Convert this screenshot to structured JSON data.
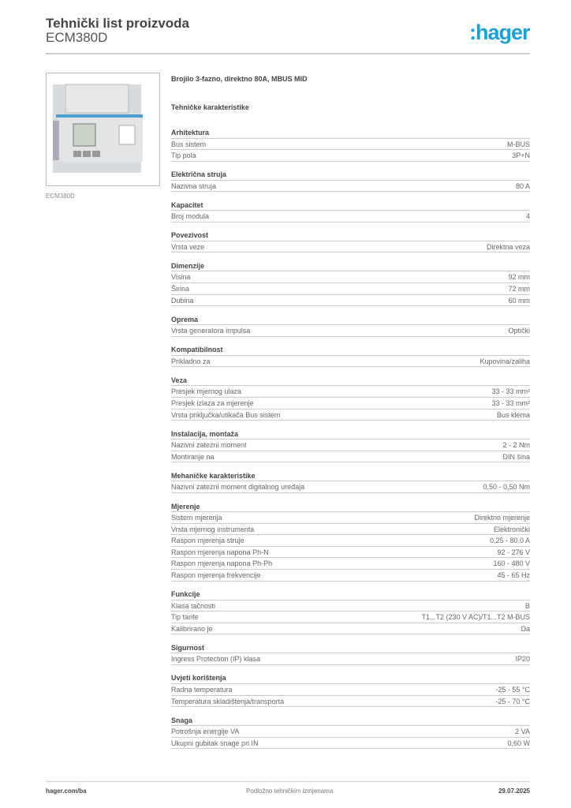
{
  "header": {
    "title": "Tehnički list proizvoda",
    "product": "ECM380D",
    "logo": ":hager"
  },
  "image": {
    "caption": "ECM380D"
  },
  "description": "Brojilo 3-fazno, direktno 80A, MBUS MID",
  "section_title": "Tehničke karakteristike",
  "sections": [
    {
      "title": "Arhitektura",
      "rows": [
        [
          "Bus sistem",
          "M-BUS"
        ],
        [
          "Tip pola",
          "3P+N"
        ]
      ]
    },
    {
      "title": "Električna struja",
      "rows": [
        [
          "Nazivna struja",
          "80 A"
        ]
      ]
    },
    {
      "title": "Kapacitet",
      "rows": [
        [
          "Broj modula",
          "4"
        ]
      ]
    },
    {
      "title": "Povezivost",
      "rows": [
        [
          "Vrsta veze",
          "Direktna veza"
        ]
      ]
    },
    {
      "title": "Dimenzije",
      "rows": [
        [
          "Visina",
          "92 mm"
        ],
        [
          "Širina",
          "72 mm"
        ],
        [
          "Dubina",
          "60 mm"
        ]
      ]
    },
    {
      "title": "Oprema",
      "rows": [
        [
          "Vrsta generatora impulsa",
          "Optički"
        ]
      ]
    },
    {
      "title": "Kompatibilnost",
      "rows": [
        [
          "Prikladno za",
          "Kupovina/zaliha"
        ]
      ]
    },
    {
      "title": "Veza",
      "rows": [
        [
          "Presjek mjernog ulaza",
          "33 - 33 mm²"
        ],
        [
          "Presjek izlaza za mjerenje",
          "33 - 33 mm²"
        ],
        [
          "Vrsta priključka/utikača Bus sistem",
          "Bus klema"
        ]
      ]
    },
    {
      "title": "Instalacija, montaža",
      "rows": [
        [
          "Nazivni zatezni moment",
          "2 - 2 Nm"
        ],
        [
          "Montiranje na",
          "DIN šina"
        ]
      ]
    },
    {
      "title": "Mehaničke karakteristike",
      "rows": [
        [
          "Nazivni zatezni moment digitalnog uređaja",
          "0,50 - 0,50 Nm"
        ]
      ]
    },
    {
      "title": "Mjerenje",
      "rows": [
        [
          "Sistem mjerenja",
          "Direktno mjerenje"
        ],
        [
          "Vrsta mjernog instrumenta",
          "Elektronički"
        ],
        [
          "Raspon mjerenja struje",
          "0,25 - 80,0 A"
        ],
        [
          "Raspon mjerenja napona Ph-N",
          "92 - 276 V"
        ],
        [
          "Raspon mjerenja napona Ph-Ph",
          "160 - 480 V"
        ],
        [
          "Raspon mjerenja frekvencije",
          "45 - 65 Hz"
        ]
      ]
    },
    {
      "title": "Funkcije",
      "rows": [
        [
          "Klasa tačnosti",
          "B"
        ],
        [
          "Tip tarife",
          "T1...T2 (230 V AC)/T1...T2 M-BUS"
        ],
        [
          "Kalibrirano je",
          "Da"
        ]
      ]
    },
    {
      "title": "Sigurnost",
      "rows": [
        [
          "Ingress Protection (IP) klasa",
          "IP20"
        ]
      ]
    },
    {
      "title": "Uvjeti korištenja",
      "rows": [
        [
          "Radna temperatura",
          "-25 - 55 °C"
        ],
        [
          "Temperatura skladištenja/transporta",
          "-25 - 70 °C"
        ]
      ]
    },
    {
      "title": "Snaga",
      "rows": [
        [
          "Potrošnja energije VA",
          "2 VA"
        ],
        [
          "Ukupni gubitak snage pri IN",
          "0,60 W"
        ]
      ]
    }
  ],
  "footer": {
    "website": "hager.com/ba",
    "note": "Podložno tehničkim izmjenama",
    "date": "29.07.2025"
  }
}
